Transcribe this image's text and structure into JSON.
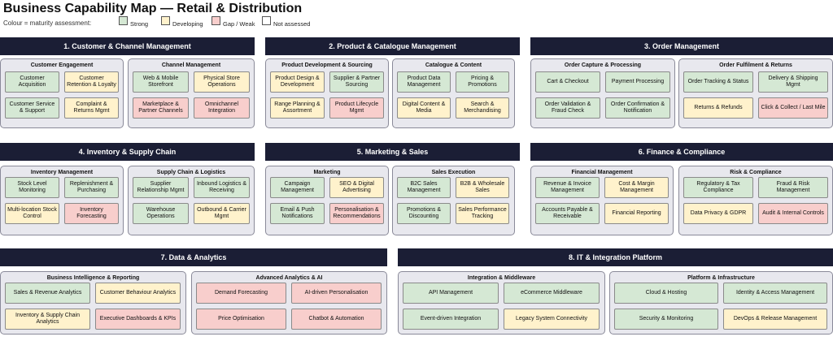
{
  "title": "Business Capability Map — Retail & Distribution",
  "legend": {
    "caption": "Colour = maturity assessment:",
    "items": [
      {
        "key": "strong",
        "label": "Strong",
        "color": "#d5e8d4"
      },
      {
        "key": "developing",
        "label": "Developing",
        "color": "#fff2cc"
      },
      {
        "key": "gap",
        "label": "Gap / Weak",
        "color": "#f8cecc"
      },
      {
        "key": "na",
        "label": "Not assessed",
        "color": "#ffffff"
      }
    ]
  },
  "colors": {
    "header_bg": "#1b1e35",
    "group_bg": "#e8e8ee"
  },
  "sections": [
    {
      "title": "1. Customer & Channel Management",
      "groups": [
        {
          "title": "Customer Engagement",
          "caps": [
            {
              "label": "Customer Acquisition",
              "maturity": "strong"
            },
            {
              "label": "Customer Retention & Loyalty",
              "maturity": "developing"
            },
            {
              "label": "Customer Service & Support",
              "maturity": "strong"
            },
            {
              "label": "Complaint & Returns Mgmt",
              "maturity": "developing"
            }
          ]
        },
        {
          "title": "Channel Management",
          "caps": [
            {
              "label": "Web & Mobile Storefront",
              "maturity": "strong"
            },
            {
              "label": "Physical Store Operations",
              "maturity": "developing"
            },
            {
              "label": "Marketplace & Partner Channels",
              "maturity": "gap"
            },
            {
              "label": "Omnichannel Integration",
              "maturity": "gap"
            }
          ]
        }
      ]
    },
    {
      "title": "2. Product & Catalogue Management",
      "groups": [
        {
          "title": "Product Development & Sourcing",
          "caps": [
            {
              "label": "Product Design & Development",
              "maturity": "developing"
            },
            {
              "label": "Supplier & Partner Sourcing",
              "maturity": "strong"
            },
            {
              "label": "Range Planning & Assortment",
              "maturity": "developing"
            },
            {
              "label": "Product Lifecycle Mgmt",
              "maturity": "gap"
            }
          ]
        },
        {
          "title": "Catalogue & Content",
          "caps": [
            {
              "label": "Product Data Management",
              "maturity": "strong"
            },
            {
              "label": "Pricing & Promotions",
              "maturity": "strong"
            },
            {
              "label": "Digital Content & Media",
              "maturity": "developing"
            },
            {
              "label": "Search & Merchandising",
              "maturity": "developing"
            }
          ]
        }
      ]
    },
    {
      "title": "3. Order Management",
      "groups": [
        {
          "title": "Order Capture & Processing",
          "caps": [
            {
              "label": "Cart & Checkout",
              "maturity": "strong"
            },
            {
              "label": "Payment Processing",
              "maturity": "strong"
            },
            {
              "label": "Order Validation & Fraud Check",
              "maturity": "strong"
            },
            {
              "label": "Order Confirmation & Notification",
              "maturity": "strong"
            }
          ]
        },
        {
          "title": "Order Fulfilment & Returns",
          "caps": [
            {
              "label": "Order Tracking & Status",
              "maturity": "strong"
            },
            {
              "label": "Delivery & Shipping Mgmt",
              "maturity": "strong"
            },
            {
              "label": "Returns & Refunds",
              "maturity": "developing"
            },
            {
              "label": "Click & Collect / Last Mile",
              "maturity": "gap"
            }
          ]
        }
      ]
    },
    {
      "title": "4. Inventory & Supply Chain",
      "groups": [
        {
          "title": "Inventory Management",
          "caps": [
            {
              "label": "Stock Level Monitoring",
              "maturity": "strong"
            },
            {
              "label": "Replenishment & Purchasing",
              "maturity": "strong"
            },
            {
              "label": "Multi-location Stock Control",
              "maturity": "developing"
            },
            {
              "label": "Inventory Forecasting",
              "maturity": "gap"
            }
          ]
        },
        {
          "title": "Supply Chain & Logistics",
          "caps": [
            {
              "label": "Supplier Relationship Mgmt",
              "maturity": "strong"
            },
            {
              "label": "Inbound Logistics & Receiving",
              "maturity": "strong"
            },
            {
              "label": "Warehouse Operations",
              "maturity": "strong"
            },
            {
              "label": "Outbound & Carrier Mgmt",
              "maturity": "developing"
            }
          ]
        }
      ]
    },
    {
      "title": "5. Marketing & Sales",
      "groups": [
        {
          "title": "Marketing",
          "caps": [
            {
              "label": "Campaign Management",
              "maturity": "strong"
            },
            {
              "label": "SEO & Digital Advertising",
              "maturity": "developing"
            },
            {
              "label": "Email & Push Notifications",
              "maturity": "strong"
            },
            {
              "label": "Personalisation & Recommendations",
              "maturity": "gap"
            }
          ]
        },
        {
          "title": "Sales Execution",
          "caps": [
            {
              "label": "B2C Sales Management",
              "maturity": "strong"
            },
            {
              "label": "B2B & Wholesale Sales",
              "maturity": "developing"
            },
            {
              "label": "Promotions & Discounting",
              "maturity": "strong"
            },
            {
              "label": "Sales Performance Tracking",
              "maturity": "developing"
            }
          ]
        }
      ]
    },
    {
      "title": "6. Finance & Compliance",
      "groups": [
        {
          "title": "Financial Management",
          "caps": [
            {
              "label": "Revenue & Invoice Management",
              "maturity": "strong"
            },
            {
              "label": "Cost & Margin Management",
              "maturity": "developing"
            },
            {
              "label": "Accounts Payable & Receivable",
              "maturity": "strong"
            },
            {
              "label": "Financial Reporting",
              "maturity": "developing"
            }
          ]
        },
        {
          "title": "Risk & Compliance",
          "caps": [
            {
              "label": "Regulatory & Tax Compliance",
              "maturity": "strong"
            },
            {
              "label": "Fraud & Risk Management",
              "maturity": "strong"
            },
            {
              "label": "Data Privacy & GDPR",
              "maturity": "developing"
            },
            {
              "label": "Audit & Internal Controls",
              "maturity": "gap"
            }
          ]
        }
      ]
    },
    {
      "title": "7. Data & Analytics",
      "groups": [
        {
          "title": "Business Intelligence & Reporting",
          "caps": [
            {
              "label": "Sales & Revenue Analytics",
              "maturity": "strong"
            },
            {
              "label": "Customer Behaviour Analytics",
              "maturity": "developing"
            },
            {
              "label": "Inventory & Supply Chain Analytics",
              "maturity": "developing"
            },
            {
              "label": "Executive Dashboards & KPIs",
              "maturity": "gap"
            }
          ]
        },
        {
          "title": "Advanced Analytics & AI",
          "caps": [
            {
              "label": "Demand Forecasting",
              "maturity": "gap"
            },
            {
              "label": "AI-driven Personalisation",
              "maturity": "gap"
            },
            {
              "label": "Price Optimisation",
              "maturity": "gap"
            },
            {
              "label": "Chatbot & Automation",
              "maturity": "gap"
            }
          ]
        }
      ]
    },
    {
      "title": "8. IT & Integration Platform",
      "groups": [
        {
          "title": "Integration & Middleware",
          "caps": [
            {
              "label": "API Management",
              "maturity": "strong"
            },
            {
              "label": "eCommerce Middleware",
              "maturity": "strong"
            },
            {
              "label": "Event-driven Integration",
              "maturity": "strong"
            },
            {
              "label": "Legacy System Connectivity",
              "maturity": "developing"
            }
          ]
        },
        {
          "title": "Platform & Infrastructure",
          "caps": [
            {
              "label": "Cloud & Hosting",
              "maturity": "strong"
            },
            {
              "label": "Identity & Access Management",
              "maturity": "strong"
            },
            {
              "label": "Security & Monitoring",
              "maturity": "strong"
            },
            {
              "label": "DevOps & Release Management",
              "maturity": "developing"
            }
          ]
        }
      ]
    }
  ]
}
